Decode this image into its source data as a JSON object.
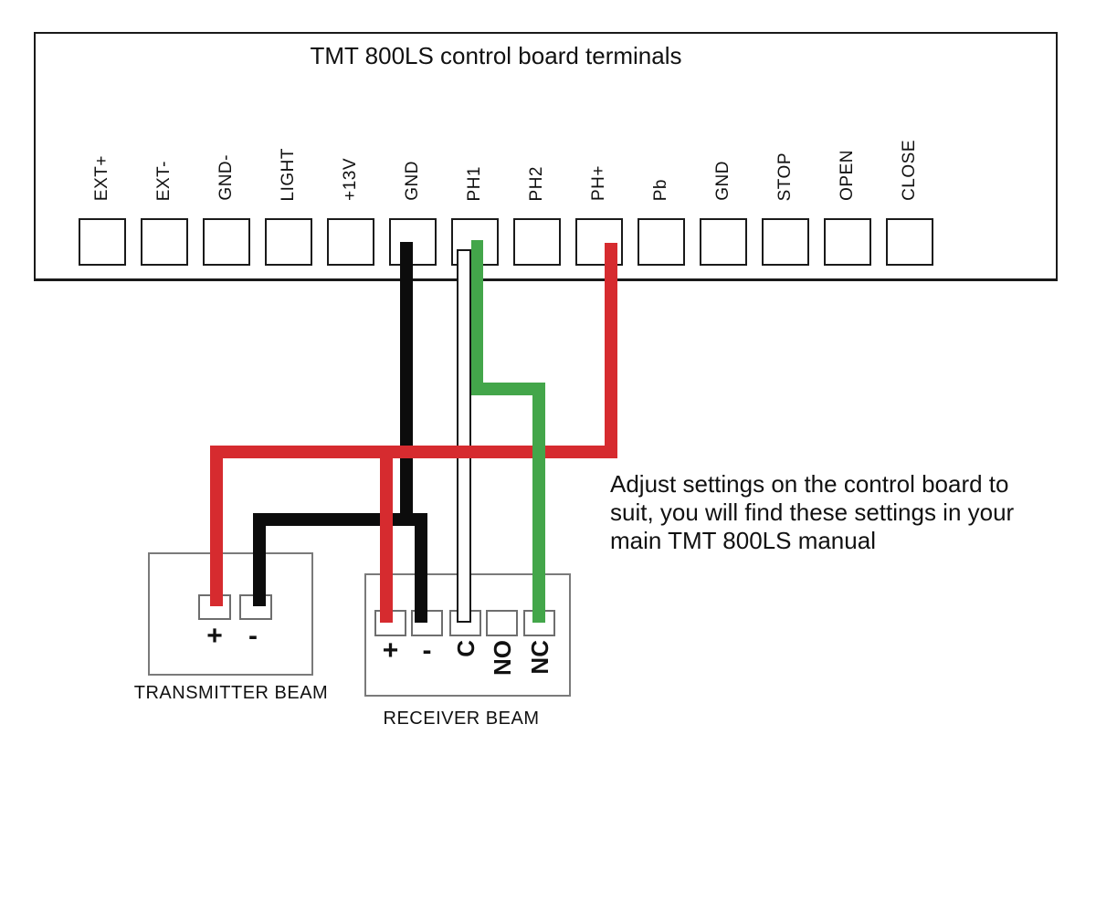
{
  "board": {
    "title": "TMT 800LS control board terminals",
    "terminals": [
      "EXT+",
      "EXT-",
      "GND-",
      "LIGHT",
      "+13V",
      "GND",
      "PH1",
      "PH2",
      "PH+",
      "Pb",
      "GND",
      "STOP",
      "OPEN",
      "CLOSE"
    ]
  },
  "transmitter": {
    "label": "TRANSMITTER BEAM",
    "terminals": [
      "+",
      "-"
    ]
  },
  "receiver": {
    "label": "RECEIVER BEAM",
    "terminals": [
      "+",
      "-",
      "C",
      "NO",
      "NC"
    ]
  },
  "note": {
    "lines": [
      "Adjust settings on the control board to",
      "suit, you will find these settings in your",
      "main TMT 800LS manual"
    ]
  },
  "wires": [
    {
      "name": "wire-black-gnd-to-beam-negatives",
      "color_key": "black"
    },
    {
      "name": "wire-white-ph1-to-receiver-c",
      "color_key": "white"
    },
    {
      "name": "wire-red-phplus-to-beam-positives",
      "color_key": "red"
    },
    {
      "name": "wire-green-ph1-to-receiver-nc",
      "color_key": "green"
    }
  ],
  "wire_colors": {
    "black": "#0c0c0c",
    "red": "#d62b2f",
    "green": "#43a64a",
    "white": "#ffffff"
  }
}
